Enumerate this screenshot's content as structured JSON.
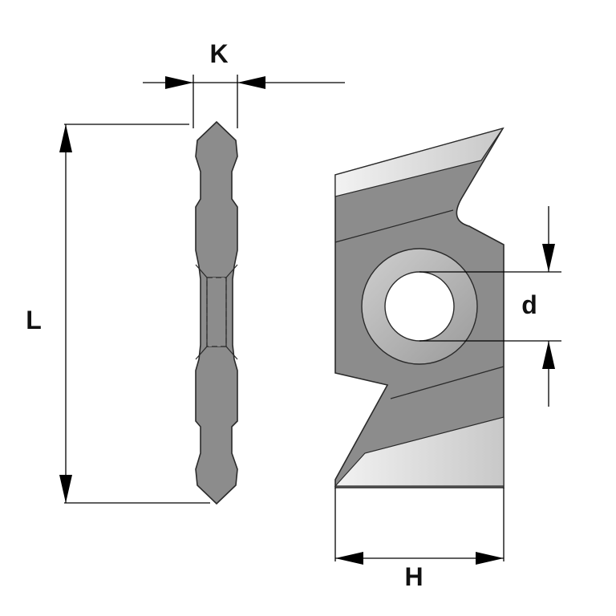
{
  "labels": {
    "K": "K",
    "L": "L",
    "d": "d",
    "H": "H"
  },
  "colors": {
    "body": "#8c8c8c",
    "body_dark": "#7a7a7a",
    "edge_light": "#e6e6e6",
    "outline": "#2a2a2a",
    "dimension": "#000000",
    "washer": "#b4b4b4",
    "background": "#ffffff"
  }
}
